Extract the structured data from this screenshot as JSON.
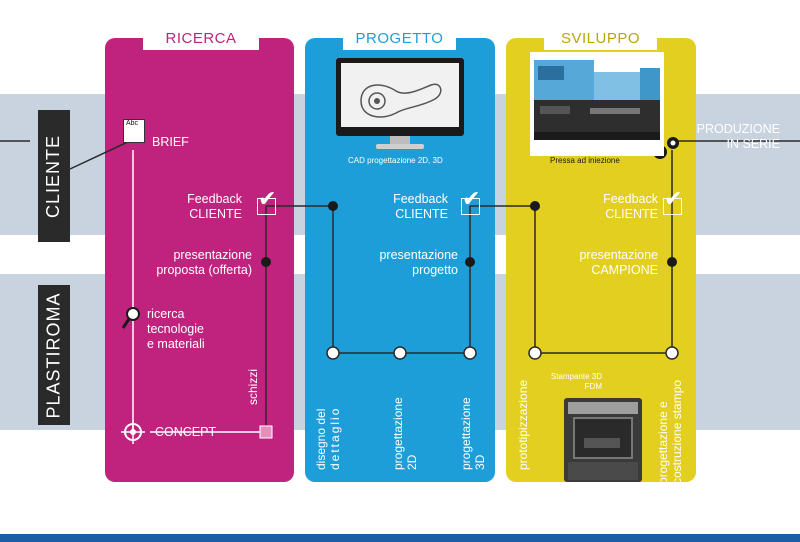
{
  "rows": {
    "cliente": "CLIENTE",
    "plastiroma": "PLASTIROMA"
  },
  "phases": {
    "ricerca": "RICERCA",
    "progetto": "PROGETTO",
    "sviluppo": "SVILUPPO"
  },
  "ricerca": {
    "brief_doc": "Abc",
    "brief": "BRIEF",
    "feedback_1": "Feedback",
    "feedback_2": "CLIENTE",
    "presentazione_1": "presentazione",
    "presentazione_2": "proposta (offerta)",
    "ricerca_1": "ricerca",
    "ricerca_2": "tecnologie",
    "ricerca_3": "e materiali",
    "schizzi": "schizzi",
    "concept": "CONCEPT"
  },
  "progetto": {
    "cad_caption": "CAD progettazione 2D, 3D",
    "feedback_1": "Feedback",
    "feedback_2": "CLIENTE",
    "presentazione_1": "presentazione",
    "presentazione_2": "progetto",
    "step1_1": "disegno del",
    "step1_2": "dettaglio",
    "step2_1": "progettazione",
    "step2_2": "2D",
    "step3_1": "progettazione",
    "step3_2": "3D"
  },
  "sviluppo": {
    "press_caption": "Pressa ad iniezione",
    "produzione_1": "PRODUZIONE",
    "produzione_2": "IN SERIE",
    "feedback_1": "Feedback",
    "feedback_2": "CLIENTE",
    "presentazione_1": "presentazione",
    "presentazione_2": "CAMPIONE",
    "prototip": "prototipizzazione",
    "printer_1": "Stampante 3D",
    "printer_2": "FDM",
    "step_1": "progettazione e",
    "step_2": "costruzione stampo"
  },
  "colors": {
    "ricerca": "#c0237e",
    "progetto": "#1e9ed8",
    "sviluppo": "#e3cf1f",
    "band": "#c9d2df",
    "dark": "#2a2a2a",
    "footer": "#1c5ea6"
  }
}
